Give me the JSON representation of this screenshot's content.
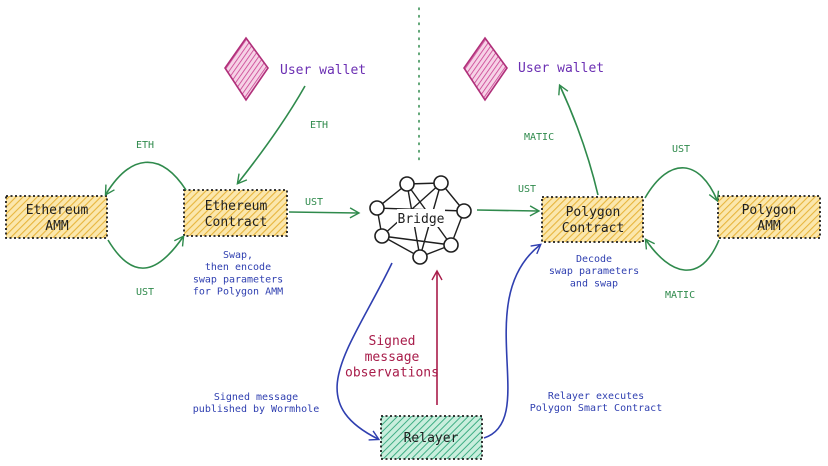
{
  "nodes": {
    "eth_amm": "Ethereum\nAMM",
    "eth_contract": "Ethereum\nContract",
    "bridge": "Bridge",
    "polygon_contract": "Polygon\nContract",
    "polygon_amm": "Polygon\nAMM",
    "relayer": "Relayer",
    "user_wallet_left": "User wallet",
    "user_wallet_right": "User wallet"
  },
  "edges": {
    "wallet_to_eth_contract": "ETH",
    "eth_contract_to_eth_amm": "ETH",
    "eth_amm_to_eth_contract": "UST",
    "eth_contract_to_bridge": "UST",
    "bridge_to_polygon_contract": "UST",
    "polygon_contract_to_wallet": "MATIC",
    "polygon_contract_to_polygon_amm": "UST",
    "polygon_amm_to_polygon_contract": "MATIC"
  },
  "notes": {
    "eth_contract_note": "Swap,\nthen encode\nswap parameters\nfor Polygon AMM",
    "polygon_contract_note": "Decode\nswap parameters\nand swap",
    "signed_message": "Signed message\npublished by Wormhole",
    "relayer_executes": "Relayer executes\nPolygon Smart Contract",
    "signed_observations": "Signed\nmessage\nobservations"
  },
  "colors": {
    "box_fill": "#f5cf6a",
    "relayer_fill": "#9fdcc3",
    "wallet_fill": "#e88ac0",
    "green": "#2f8a4c",
    "blue": "#2f3fb0",
    "red": "#a81c4a",
    "purple": "#6b2fb3"
  }
}
